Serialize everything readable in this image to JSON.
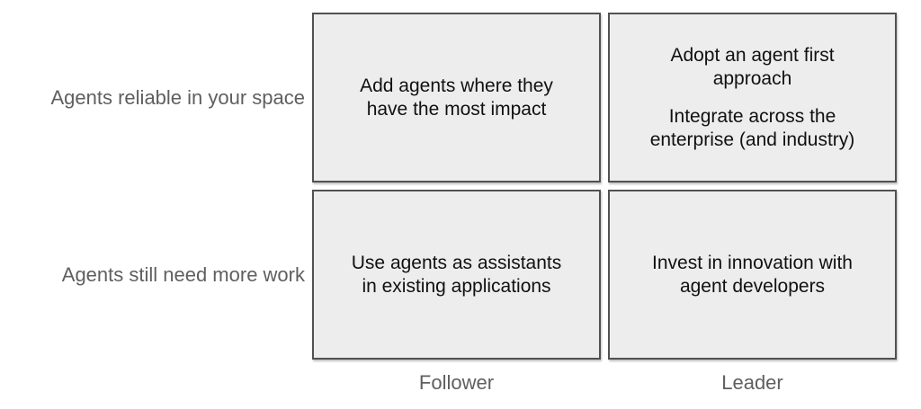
{
  "colors": {
    "background": "#ffffff",
    "cell_background": "#ededed",
    "cell_border": "#515151",
    "cell_text": "#111111",
    "axis_label_text": "#5f5f5f"
  },
  "matrix": {
    "row_labels": [
      {
        "label": "Agents reliable in your space"
      },
      {
        "label": "Agents still need more work"
      }
    ],
    "column_labels": [
      {
        "label": "Follower"
      },
      {
        "label": "Leader"
      }
    ],
    "quadrants": {
      "top_left": {
        "text": "Add agents where they have the most impact",
        "lines": [
          "Add agents where they",
          "have the most impact"
        ]
      },
      "top_right": {
        "text": "Adopt an agent first approach — Integrate across the enterprise (and industry)",
        "paragraphs": [
          {
            "lines": [
              "Adopt an agent first",
              "approach"
            ]
          },
          {
            "lines": [
              "Integrate across the",
              "enterprise (and industry)"
            ]
          }
        ]
      },
      "bottom_left": {
        "text": "Use agents as assistants in existing applications",
        "lines": [
          "Use agents as assistants",
          "in existing applications"
        ]
      },
      "bottom_right": {
        "text": "Invest in innovation with agent developers",
        "lines": [
          "Invest in innovation with",
          "agent developers"
        ]
      }
    }
  }
}
